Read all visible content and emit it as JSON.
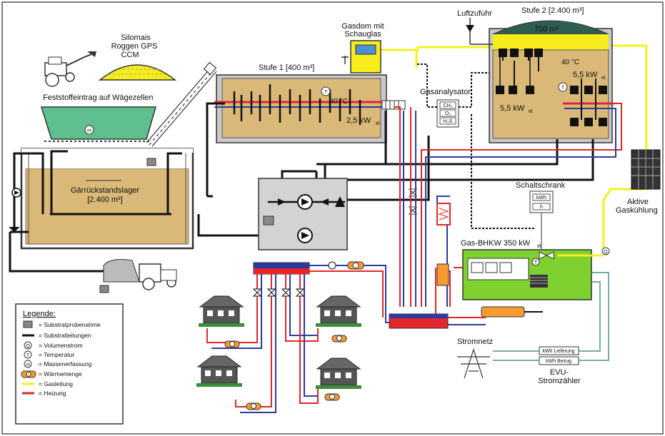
{
  "colors": {
    "gas": "#f4f01e",
    "substrate": "#111111",
    "heating": "#e3262b",
    "return": "#2b3c9e",
    "tank": "#d9b878",
    "chp": "#7fd12f",
    "chp_fill": "#7fd12f",
    "cooler": "#7b9cd1",
    "dome": "#f7ec1b",
    "pipe_blue": "#2b3c9e"
  },
  "labels": {
    "silomais": "Silomais",
    "roggen": "Roggen GPS",
    "ccm": "CCM",
    "feststoff": "Feststoffeintrag auf Wägezellen",
    "stufe1": "Stufe 1 [400 m³]",
    "stufe1_temp": "40 °C",
    "stufe1_power": "2,5 kW",
    "stufe1_power_sub": "el.",
    "gasdom_line1": "Gasdom mit",
    "gasdom_line2": "Schauglas",
    "luftzufuhr": "Luftzufuhr",
    "stufe2": "Stufe 2 [2.400 m³]",
    "stufe2_volume": "700 m³",
    "stufe2_temp": "40 °C",
    "stufe2_power_left": "5,5 kW",
    "stufe2_power_right": "5,5 kW",
    "stufe2_power_sub": "el.",
    "gasanalysator": "Gasanalysator",
    "ch4": "CH₄",
    "o2": "O₂",
    "h2s": "H₂S",
    "garrest_line1": "Gärrückstandslager",
    "garrest_line2": "[2.400 m³]",
    "schaltschrank": "Schaltschrank",
    "kwh": "kWh",
    "h": "h",
    "bhkw": "Gas-BHKW 350 kW",
    "bhkw_sub": "el.",
    "aktive_line1": "Aktive",
    "aktive_line2": "Gaskühlung",
    "stromnetz": "Stromnetz",
    "kwh_lieferung": "kWh Lieferung",
    "kwh_bezug": "kWh Bezug",
    "evu_line1": "EVU-",
    "evu_line2": "Stromzähler"
  },
  "legend": {
    "title": "Legende:",
    "items": [
      {
        "label": "= Substratprobenahme",
        "icon": "sample-bucket-icon"
      },
      {
        "label": "= Substratleitungen",
        "icon": "black-line-icon"
      },
      {
        "label": "= Volumenstrom",
        "icon": "flow-q-icon",
        "glyph": "Q"
      },
      {
        "label": "= Temperatur",
        "icon": "temperature-t-icon",
        "glyph": "T"
      },
      {
        "label": "= Massenerfassung",
        "icon": "mass-m-icon",
        "glyph": "m"
      },
      {
        "label": "= Wärmemenge",
        "icon": "heat-meter-icon"
      },
      {
        "label": "= Gasleitung",
        "icon": "yellow-line-icon"
      },
      {
        "label": "= Heizung",
        "icon": "red-line-icon"
      }
    ]
  },
  "symbols": {
    "T": "T",
    "m": "m",
    "Q": "Q"
  }
}
